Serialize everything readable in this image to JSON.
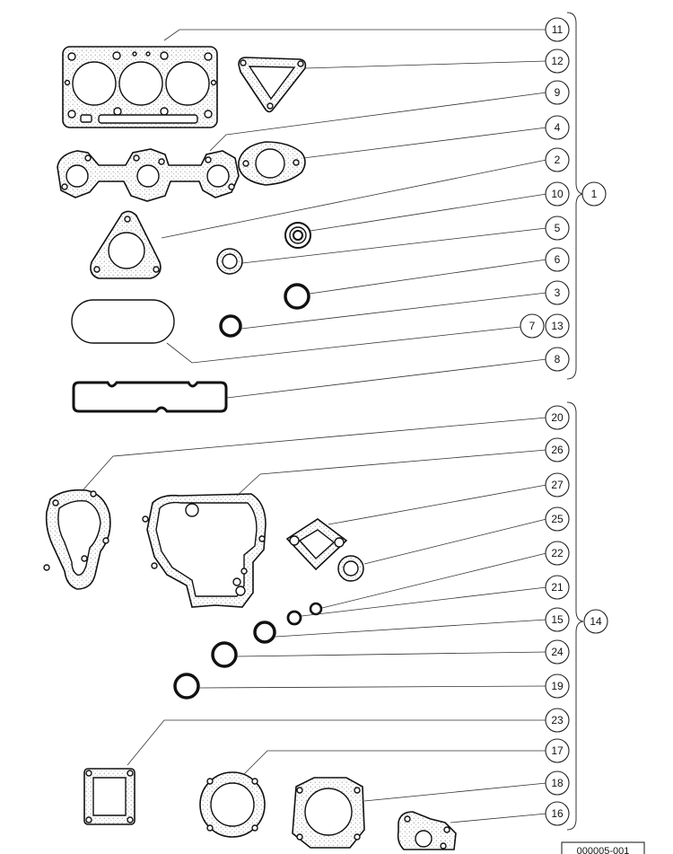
{
  "diagram": {
    "drawing_code": "000005-001",
    "group_labels": {
      "kit_upper": "1",
      "kit_lower": "14"
    },
    "callouts": [
      {
        "id": "11",
        "label": "11"
      },
      {
        "id": "12",
        "label": "12"
      },
      {
        "id": "9",
        "label": "9"
      },
      {
        "id": "4",
        "label": "4"
      },
      {
        "id": "2",
        "label": "2"
      },
      {
        "id": "10",
        "label": "10"
      },
      {
        "id": "5",
        "label": "5"
      },
      {
        "id": "6",
        "label": "6"
      },
      {
        "id": "3",
        "label": "3"
      },
      {
        "id": "7",
        "label": "7"
      },
      {
        "id": "13",
        "label": "13"
      },
      {
        "id": "8",
        "label": "8"
      },
      {
        "id": "20",
        "label": "20"
      },
      {
        "id": "26",
        "label": "26"
      },
      {
        "id": "27",
        "label": "27"
      },
      {
        "id": "25",
        "label": "25"
      },
      {
        "id": "22",
        "label": "22"
      },
      {
        "id": "21",
        "label": "21"
      },
      {
        "id": "15",
        "label": "15"
      },
      {
        "id": "24",
        "label": "24"
      },
      {
        "id": "19",
        "label": "19"
      },
      {
        "id": "23",
        "label": "23"
      },
      {
        "id": "17",
        "label": "17"
      },
      {
        "id": "18",
        "label": "18"
      },
      {
        "id": "16",
        "label": "16"
      }
    ]
  }
}
